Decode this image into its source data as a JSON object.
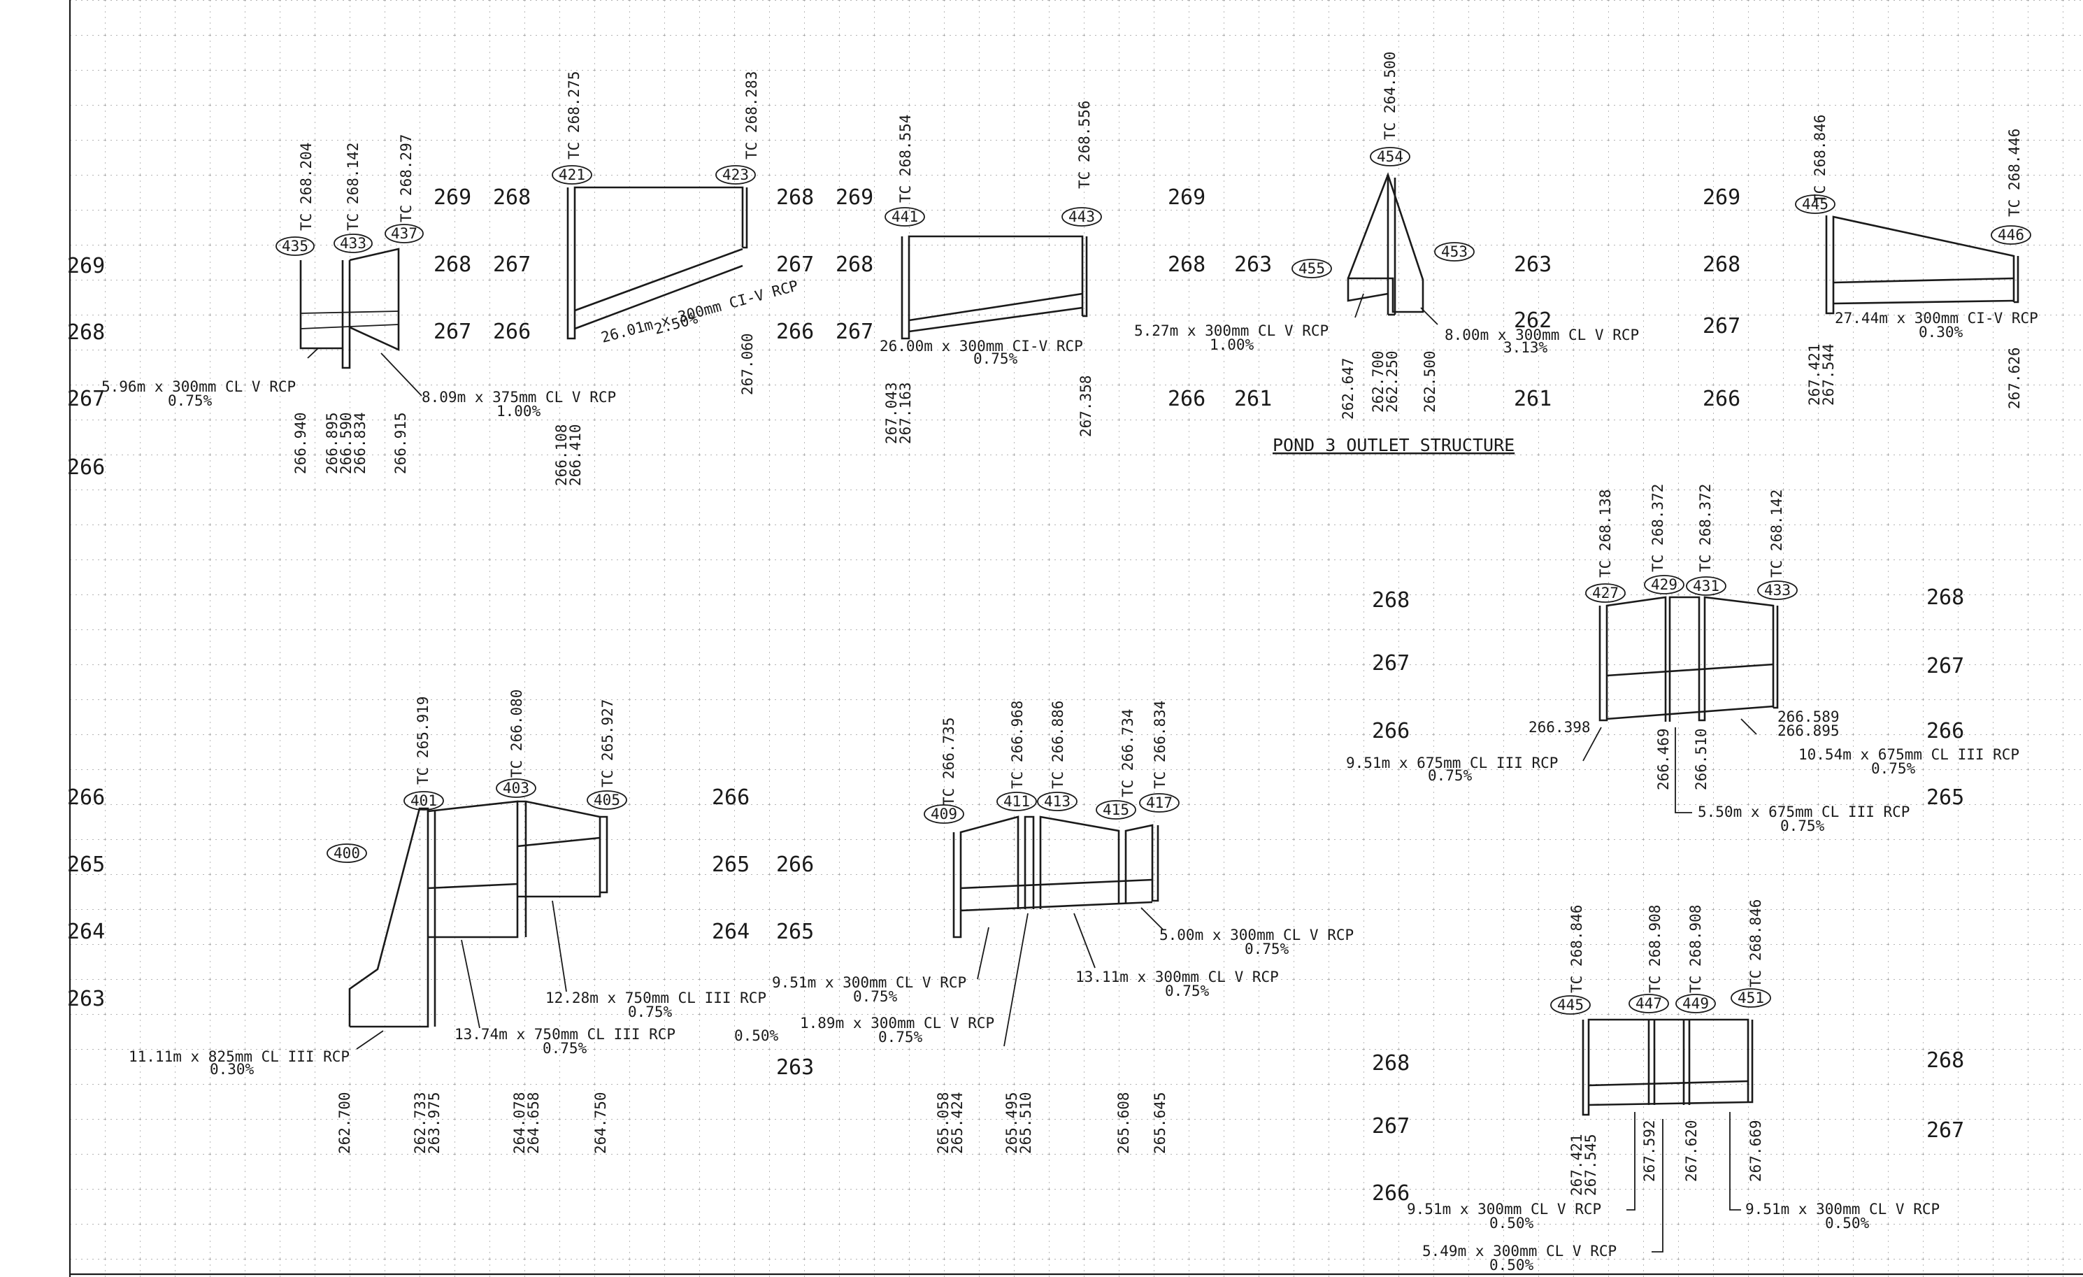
{
  "sheet": {
    "title": "POND 3 OUTLET STRUCTURE"
  },
  "elevations": {
    "e269": "269",
    "e268": "268",
    "e267": "267",
    "e266": "266",
    "e265": "265",
    "e264": "264",
    "e263": "263",
    "e262": "262",
    "e261": "261"
  },
  "manholes": [
    "435",
    "433",
    "437",
    "421",
    "423",
    "441",
    "443",
    "454",
    "455",
    "453",
    "445",
    "446",
    "427",
    "429",
    "431",
    "433",
    "400",
    "401",
    "403",
    "405",
    "409",
    "411",
    "413",
    "415",
    "417",
    "445",
    "447",
    "449",
    "451"
  ],
  "top_elevations": [
    "TC 268.204",
    "TC 268.142",
    "TC 268.297",
    "TC 268.275",
    "TC 268.283",
    "TC 268.554",
    "TC 268.556",
    "TC 264.500",
    "TC 268.846",
    "TC 268.446",
    "TC 268.138",
    "TC 268.372",
    "TC 268.372",
    "TC 268.142",
    "TC 265.919",
    "TC 266.080",
    "TC 265.927",
    "TC 266.735",
    "TC 266.968",
    "TC 266.886",
    "TC 266.734",
    "TC 266.834",
    "TC 268.846",
    "TC 268.908",
    "TC 268.908",
    "TC 268.846"
  ],
  "invert_elevations": [
    "266.940",
    "266.895",
    "266.590",
    "266.834",
    "266.915",
    "266.108",
    "266.410",
    "267.060",
    "267.043",
    "267.163",
    "267.358",
    "262.647",
    "262.700",
    "262.250",
    "262.500",
    "267.421",
    "267.544",
    "267.626",
    "266.398",
    "266.469",
    "266.510",
    "266.589",
    "266.895",
    "262.700",
    "262.733",
    "263.975",
    "264.078",
    "264.658",
    "264.750",
    "265.058",
    "265.424",
    "265.495",
    "265.510",
    "265.608",
    "265.645",
    "267.421",
    "267.545",
    "267.592",
    "267.620",
    "267.669"
  ],
  "pipes": [
    {
      "size": "5.96m x 300mm CL V RCP",
      "slope": "0.75%"
    },
    {
      "size": "8.09m x 375mm CL V RCP",
      "slope": "1.00%"
    },
    {
      "size": "26.01m x 300mm CI-V RCP",
      "slope": "2.50%"
    },
    {
      "size": "26.00m x 300mm CI-V RCP",
      "slope": "0.75%"
    },
    {
      "size": "5.27m x 300mm CL V RCP",
      "slope": "1.00%"
    },
    {
      "size": "8.00m x 300mm CL V RCP",
      "slope": "3.13%"
    },
    {
      "size": "27.44m x 300mm CI-V RCP",
      "slope": "0.30%"
    },
    {
      "size": "9.51m x 675mm CL III RCP",
      "slope": "0.75%"
    },
    {
      "size": "10.54m x 675mm CL III RCP",
      "slope": "0.75%"
    },
    {
      "size": "5.50m x 675mm CL III RCP",
      "slope": "0.75%"
    },
    {
      "size": "11.11m x 825mm CL III RCP",
      "slope": "0.30%"
    },
    {
      "size": "13.74m x 750mm CL III RCP",
      "slope": "0.75%"
    },
    {
      "size": "12.28m x 750mm CL III RCP",
      "slope": "0.75%"
    },
    {
      "size": "9.51m x 300mm CL V RCP",
      "slope": "0.75%"
    },
    {
      "size": "1.89m x 300mm CL V RCP",
      "slope": "0.75%"
    },
    {
      "size": "13.11m x 300mm CL V RCP",
      "slope": "0.75%"
    },
    {
      "size": "5.00m x 300mm CL V RCP",
      "slope": "0.75%"
    },
    {
      "size": "9.51m x 300mm CL V RCP",
      "slope": "0.50%"
    },
    {
      "size": "5.49m x 300mm CL V RCP",
      "slope": "0.50%"
    },
    {
      "size": "9.51m x 300mm CL V RCP",
      "slope": "0.50%"
    }
  ],
  "misc": {
    "slope_050": "0.50%"
  }
}
